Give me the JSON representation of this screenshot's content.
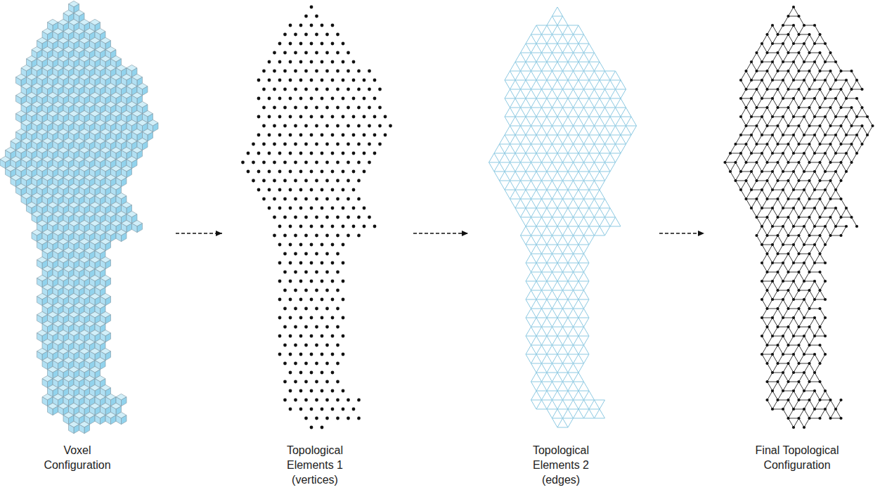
{
  "diagram": {
    "nodes": [
      {
        "text": [
          "Voxel Configuration"
        ]
      },
      {
        "text": [
          "Topological Elements 1 (vertices)"
        ]
      },
      {
        "text": [
          "Topological Elements 2 (edges)"
        ]
      },
      {
        "text": [
          "Final Topological Configuration"
        ]
      }
    ],
    "edges": [
      {
        "from": 0,
        "to": 1,
        "arrow": "to"
      },
      {
        "from": 1,
        "to": 2,
        "arrow": "to"
      },
      {
        "from": 2,
        "to": 3,
        "arrow": "to"
      }
    ]
  }
}
